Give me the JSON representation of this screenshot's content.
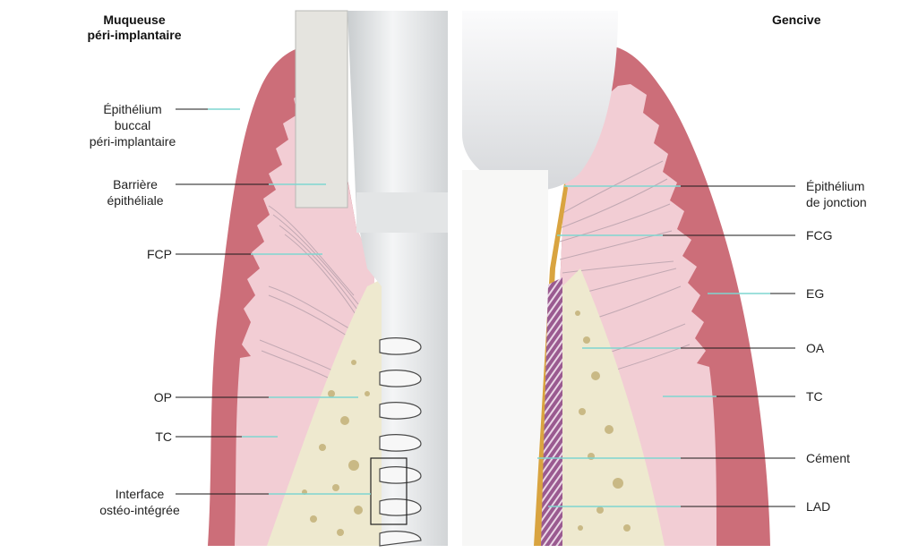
{
  "titles": {
    "left": [
      "Muqueuse",
      "péri-implantaire"
    ],
    "right": "Gencive"
  },
  "labels_left": {
    "epithelium_buccal": [
      "Épithélium",
      "buccal",
      "péri-implantaire"
    ],
    "barriere": [
      "Barrière",
      "épithéliale"
    ],
    "fcp": "FCP",
    "op": "OP",
    "tc": "TC",
    "interface": [
      "Interface",
      "ostéo-intégrée"
    ]
  },
  "labels_right": {
    "epithelium_jonction": [
      "Épithélium",
      "de jonction"
    ],
    "fcg": "FCG",
    "eg": "EG",
    "oa": "OA",
    "tc": "TC",
    "cement": "Cément",
    "lad": "LAD"
  },
  "colors": {
    "mucosa_outer": "#cc6e79",
    "mucosa_inner": "#f2cdd4",
    "bone": "#eee9cf",
    "implant": "#dcdfe0",
    "tooth_crown": "#e9eaec",
    "root": "#9a5a90",
    "cement": "#d9a440",
    "leader_line": "#1a1a1a",
    "leader_tip": "#7fd6d0"
  }
}
